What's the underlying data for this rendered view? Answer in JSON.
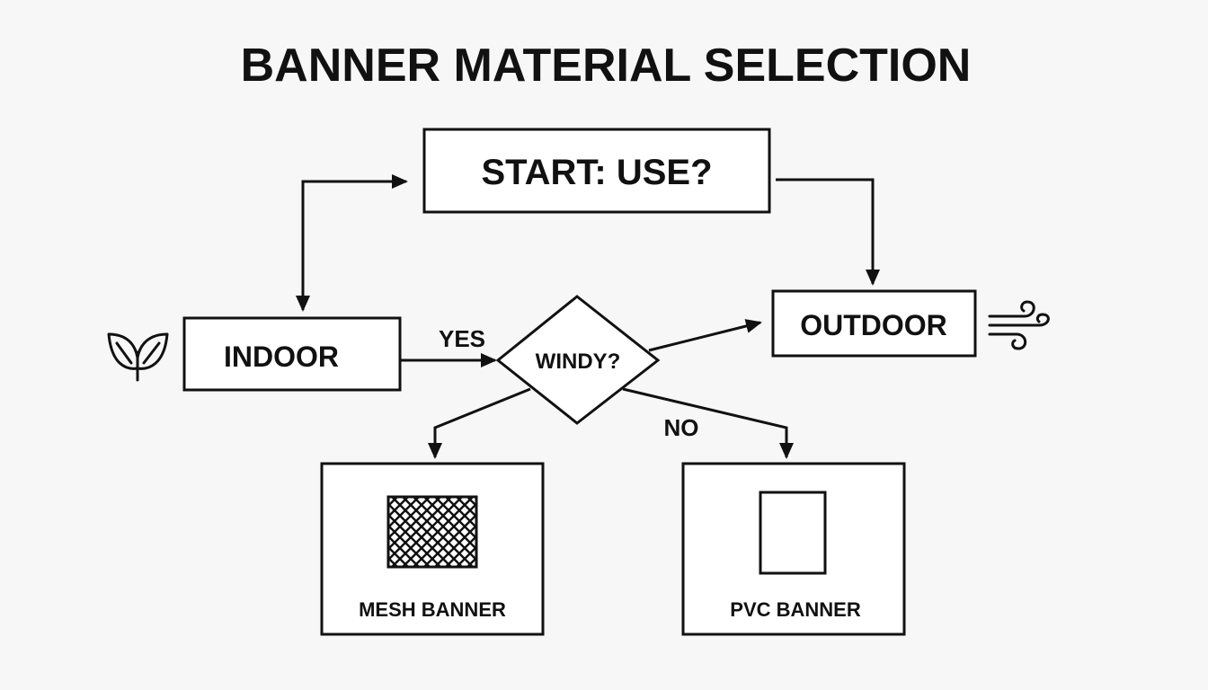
{
  "title": "BANNER MATERIAL SELECTION",
  "nodes": {
    "start": {
      "label": "START: USE?"
    },
    "indoor": {
      "label": "INDOOR",
      "icon": "leaf-icon"
    },
    "windy": {
      "label": "WINDY?"
    },
    "outdoor": {
      "label": "OUTDOOR",
      "icon": "wind-icon"
    },
    "mesh": {
      "label": "MESH BANNER",
      "icon": "mesh-pattern-icon"
    },
    "pvc": {
      "label": "PVC BANNER",
      "icon": "solid-sheet-icon"
    }
  },
  "edges": {
    "yes_label": "YES",
    "no_label": "NO"
  },
  "colors": {
    "line": "#111111",
    "background": "#f7f7f7"
  }
}
